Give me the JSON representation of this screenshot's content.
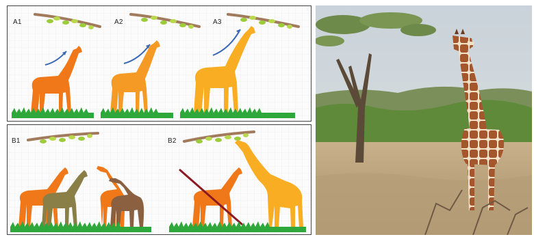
{
  "panels": {
    "a": {
      "labels": [
        "A1",
        "A2",
        "A3"
      ]
    },
    "b": {
      "labels": [
        "B1",
        "B2"
      ]
    }
  },
  "colors": {
    "giraffe_dark_orange": "#f07818",
    "giraffe_orange": "#f59a24",
    "giraffe_light_orange": "#f8ad22",
    "giraffe_olive": "#8a7f46",
    "giraffe_brown": "#8b6040",
    "grass": "#2ea83a",
    "branch": "#a27a5c",
    "leaves": "#9ccc3a",
    "arrow": "#3a68b4",
    "strike": "#8b1a22",
    "frame": "#444444"
  }
}
